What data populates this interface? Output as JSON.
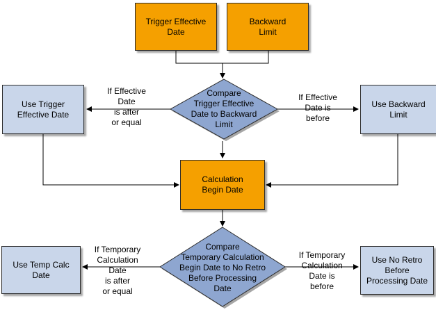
{
  "nodes": {
    "trigger_effective_date": "Trigger Effective\nDate",
    "backward_limit": "Backward\nLimit",
    "compare_trigger": "Compare\nTrigger Effective\nDate to Backward\nLimit",
    "use_trigger_effective_date": "Use Trigger\nEffective Date",
    "use_backward_limit": "Use Backward\nLimit",
    "calculation_begin_date": "Calculation\nBegin Date",
    "compare_temporary": "Compare\nTemporary Calculation\nBegin Date to No Retro\nBefore Processing\nDate",
    "use_temp_calc_date": "Use Temp Calc\nDate",
    "use_no_retro": "Use No Retro\nBefore\nProcessing Date"
  },
  "edge_labels": {
    "effective_after_equal": "If Effective\nDate\nis after\nor equal",
    "effective_before": "If Effective\nDate is\nbefore",
    "temporary_after_equal": "If Temporary\nCalculation\nDate\nis after\nor equal",
    "temporary_before": "If Temporary\nCalculation\nDate is\nbefore"
  },
  "colors": {
    "process_box": "#f5a000",
    "result_box": "#c9d6ea",
    "decision": "#8ea6d0",
    "connector": "#000000"
  }
}
